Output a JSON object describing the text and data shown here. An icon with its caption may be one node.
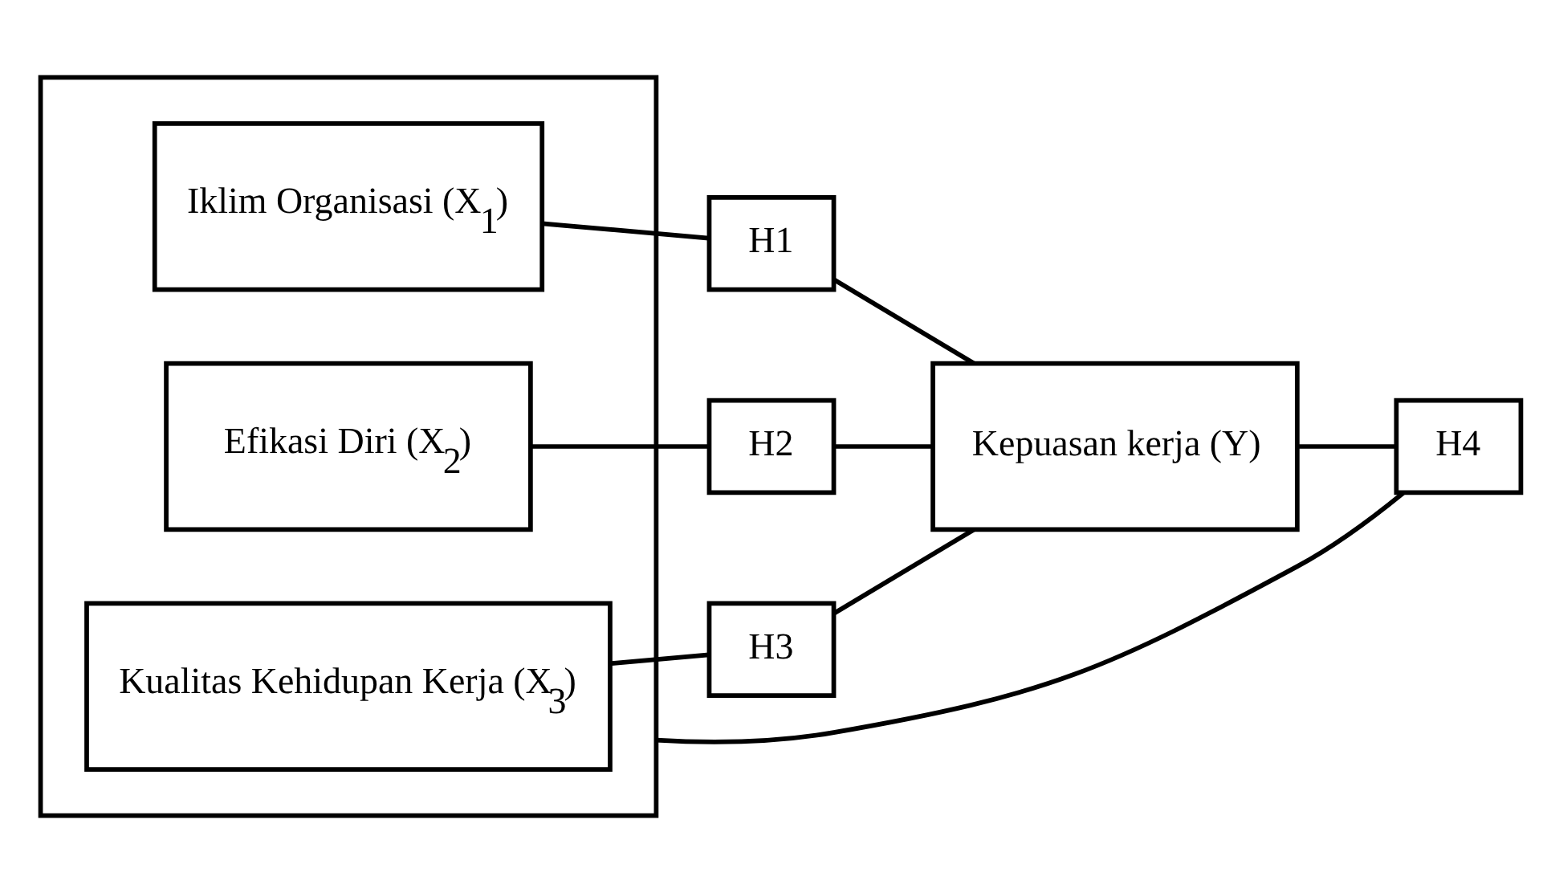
{
  "diagram": {
    "nodes": [
      {
        "text": [],
        "shape": "box"
      },
      {
        "text": [
          "Iklim Organisasi (X$_{1}$)"
        ],
        "in": 0
      },
      {
        "text": [
          "Efikasi Diri (X$_{2}$)"
        ],
        "in": 0
      },
      {
        "text": [
          "Kualitas Kehidupan Kerja (X$_{3}$)"
        ],
        "in": 0
      },
      {
        "text": [
          "H1"
        ]
      },
      {
        "text": [
          "H2"
        ]
      },
      {
        "text": [
          "H3"
        ]
      },
      {
        "text": [
          "Kepuasan kerja (Y)"
        ]
      },
      {
        "text": [
          "H4"
        ]
      }
    ],
    "edges": [
      {
        "from": 1,
        "to": 4,
        "arrow": "none"
      },
      {
        "from": 4,
        "to": 7,
        "arrow": "none"
      },
      {
        "from": 2,
        "to": 5,
        "arrow": "none"
      },
      {
        "from": 5,
        "to": 7,
        "arrow": "none"
      },
      {
        "from": 3,
        "to": 6,
        "arrow": "none"
      },
      {
        "from": 6,
        "to": 7,
        "arrow": "none"
      },
      {
        "from": 7,
        "to": 8,
        "arrow": "none"
      },
      {
        "from": 8,
        "to": 0,
        "arrow": "none"
      }
    ]
  }
}
